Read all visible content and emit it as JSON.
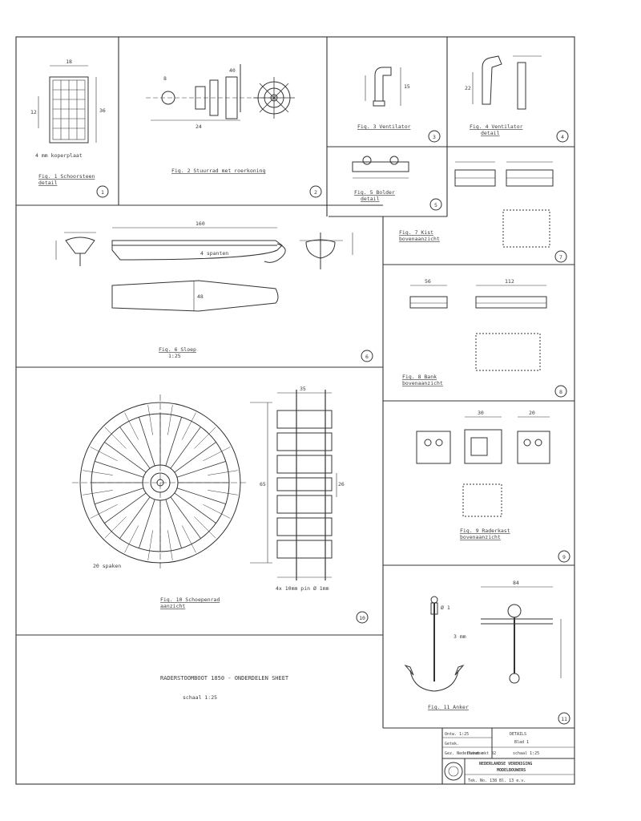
{
  "sheet": {
    "title_line": "RADERSTOOMBOOT 1850 - ONDERDELEN SHEET",
    "subtitle_line": "schaal 1:25",
    "panels": [
      {
        "n": "1",
        "caption": "Fig. 1 Schoorsteen",
        "sub": "detail"
      },
      {
        "n": "2",
        "caption": "Fig. 2 Stuurrad met roerkoning",
        "sub": ""
      },
      {
        "n": "3",
        "caption": "Fig. 3 Ventilator",
        "sub": ""
      },
      {
        "n": "4",
        "caption": "Fig. 4 Ventilator",
        "sub": "detail"
      },
      {
        "n": "5",
        "caption": "Fig. 5 Bolder",
        "sub": "detail"
      },
      {
        "n": "6",
        "caption": "Fig. 6 Sloep",
        "sub": "1:25"
      },
      {
        "n": "7",
        "caption": "Fig. 7 Kist",
        "sub": "bovenaanzicht"
      },
      {
        "n": "8",
        "caption": "Fig. 8 Bank",
        "sub": "bovenaanzicht"
      },
      {
        "n": "9",
        "caption": "Fig. 9 Raderkast",
        "sub": "bovenaanzicht"
      },
      {
        "n": "10",
        "caption": "Fig. 10 Schoepenrad",
        "sub": "aanzicht"
      },
      {
        "n": "11",
        "caption": "Fig. 11 Anker",
        "sub": ""
      }
    ],
    "dims": {
      "d1": "18",
      "d2": "36",
      "d3": "12",
      "d4": "24",
      "d5": "8",
      "d6": "40",
      "d7": "15",
      "d8": "22",
      "d9": "160",
      "d10": "48",
      "d11": "56",
      "d12": "30",
      "d13": "65",
      "d14": "84",
      "d15": "26",
      "d16": "112",
      "d17": "20",
      "d18": "35"
    },
    "notes": {
      "p1": "4 mm koperplaat",
      "p10a": "20 spaken",
      "p10b": "4x 10mm pin Ø 1mm",
      "p6": "4 spanten",
      "p11a": "Ø 1",
      "p11b": "3 mm"
    }
  },
  "title_block": {
    "rows": [
      {
        "label": "Ontw.",
        "value": "1:25"
      },
      {
        "label": "Getek.",
        "value": ""
      },
      {
        "label": "Gez.",
        "value": "Nederlandse"
      },
      {
        "label": "Datum",
        "value": "okt 82"
      }
    ],
    "right_top": "DETAILS",
    "right_sheet": "Blad 1",
    "org_name_1": "NEDERLANDSE VERENIGING",
    "org_name_2": "MODELBOUWERS",
    "drawing_no": "Tek. No. 138 Bl. 13 e.v.",
    "scale_note": "schaal 1:25"
  }
}
